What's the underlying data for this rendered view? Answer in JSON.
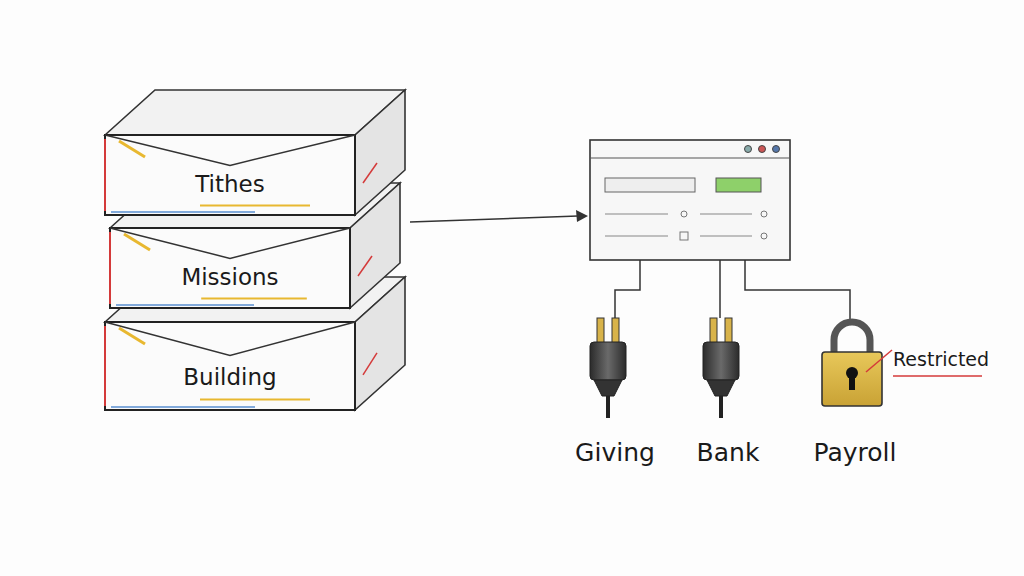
{
  "diagram": {
    "nodes": [
      {
        "text": [
          "Tithes"
        ]
      },
      {
        "text": [
          "Missions"
        ]
      },
      {
        "text": [
          "Building"
        ]
      }
    ],
    "labels": [
      "Giving",
      "Bank",
      "Payroll",
      "Restricted"
    ]
  }
}
